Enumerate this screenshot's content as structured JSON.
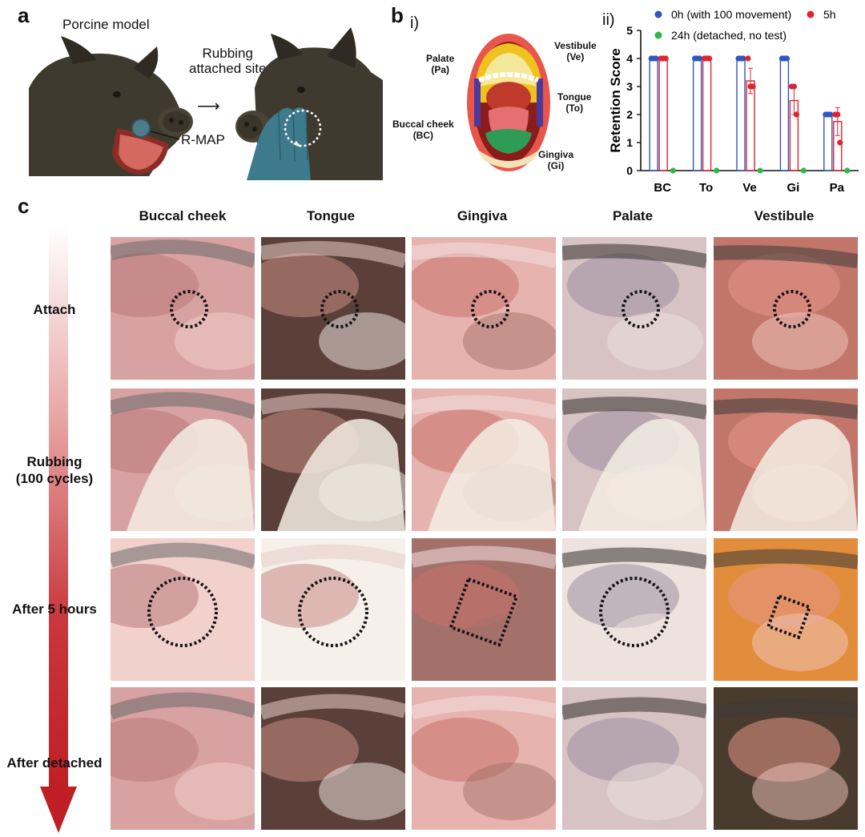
{
  "panels": {
    "a": {
      "letter": "a",
      "title": "Porcine model",
      "action": "Rubbing\nattached site",
      "patch_label": "R-MAP"
    },
    "b": {
      "letter": "b",
      "sub_i": "i)",
      "sub_ii": "ii)",
      "mouth_labels": [
        {
          "text": "Palate\n(Pa)",
          "key": "palate"
        },
        {
          "text": "Vestibule\n(Ve)",
          "key": "vestibule"
        },
        {
          "text": "Tongue\n(To)",
          "key": "tongue"
        },
        {
          "text": "Buccal cheek\n(BC)",
          "key": "buccal"
        },
        {
          "text": "Gingiva\n(Gi)",
          "key": "gingiva"
        }
      ]
    },
    "c": {
      "letter": "c",
      "columns": [
        "Buccal cheek",
        "Tongue",
        "Gingiva",
        "Palate",
        "Vestibule"
      ],
      "rows": [
        "Attach",
        "Rubbing\n(100 cycles)",
        "After 5 hours",
        "After detached"
      ]
    }
  },
  "chart_data": {
    "type": "bar",
    "ylabel": "Retention  Score",
    "xlabel": "",
    "ylim": [
      0,
      5
    ],
    "yticks": [
      0,
      1,
      2,
      3,
      4,
      5
    ],
    "categories": [
      "BC",
      "To",
      "Ve",
      "Gi",
      "Pa"
    ],
    "legend_position": "top",
    "series": [
      {
        "name": "0h (with 100 movement)",
        "color": "#2f56c4",
        "values": [
          4,
          4,
          4,
          4,
          2
        ],
        "errors": [
          0,
          0,
          0,
          0,
          0
        ],
        "points": [
          [
            4,
            4,
            4
          ],
          [
            4,
            4,
            4
          ],
          [
            4,
            4,
            4
          ],
          [
            4,
            4,
            4
          ],
          [
            2,
            2,
            2
          ]
        ]
      },
      {
        "name": "5h",
        "color": "#e0242d",
        "values": [
          4,
          4,
          3.2,
          2.5,
          1.75
        ],
        "errors": [
          0,
          0,
          0.45,
          0.5,
          0.5
        ],
        "points": [
          [
            4,
            4,
            4
          ],
          [
            4,
            4,
            4
          ],
          [
            4,
            3,
            3
          ],
          [
            3,
            3,
            2
          ],
          [
            2,
            2,
            1
          ]
        ]
      },
      {
        "name": "24h (detached, no test)",
        "color": "#2eb84a",
        "values": [
          0,
          0,
          0,
          0,
          0
        ],
        "errors": [
          0,
          0,
          0,
          0,
          0
        ],
        "points": [
          [
            0
          ],
          [
            0
          ],
          [
            0
          ],
          [
            0
          ],
          [
            0
          ]
        ]
      }
    ]
  }
}
